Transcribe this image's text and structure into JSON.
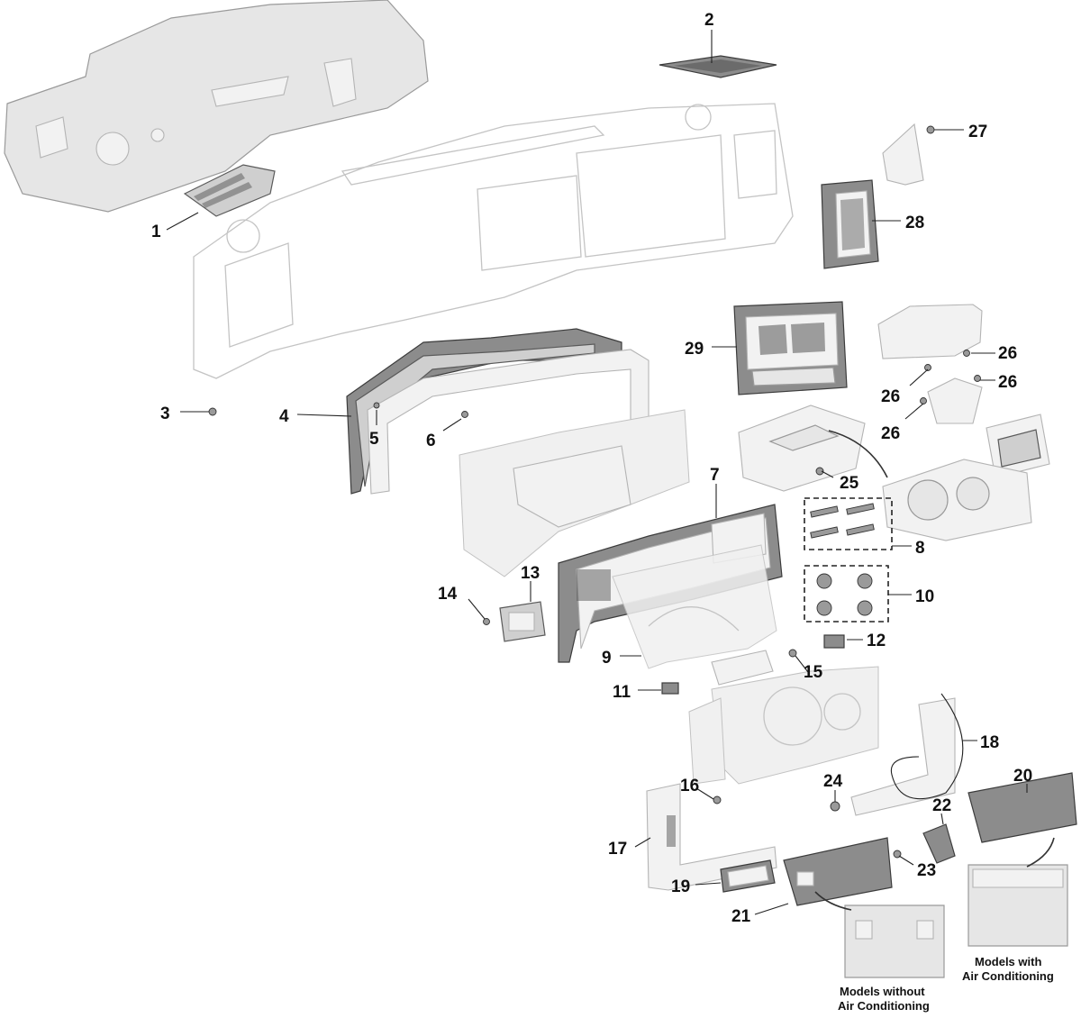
{
  "callouts": {
    "c1": "1",
    "c2": "2",
    "c3": "3",
    "c4": "4",
    "c5": "5",
    "c6": "6",
    "c7": "7",
    "c8": "8",
    "c9": "9",
    "c10": "10",
    "c11": "11",
    "c12": "12",
    "c13": "13",
    "c14": "14",
    "c15": "15",
    "c16": "16",
    "c17": "17",
    "c18": "18",
    "c19": "19",
    "c20": "20",
    "c21": "21",
    "c22": "22",
    "c23": "23",
    "c24": "24",
    "c25": "25",
    "c26a": "26",
    "c26b": "26",
    "c26c": "26",
    "c26d": "26",
    "c27": "27",
    "c28": "28",
    "c29": "29"
  },
  "notes": {
    "with_ac_line1": "Models with",
    "with_ac_line2": "Air Conditioning",
    "without_ac_line1": "Models without",
    "without_ac_line2": "Air Conditioning"
  }
}
